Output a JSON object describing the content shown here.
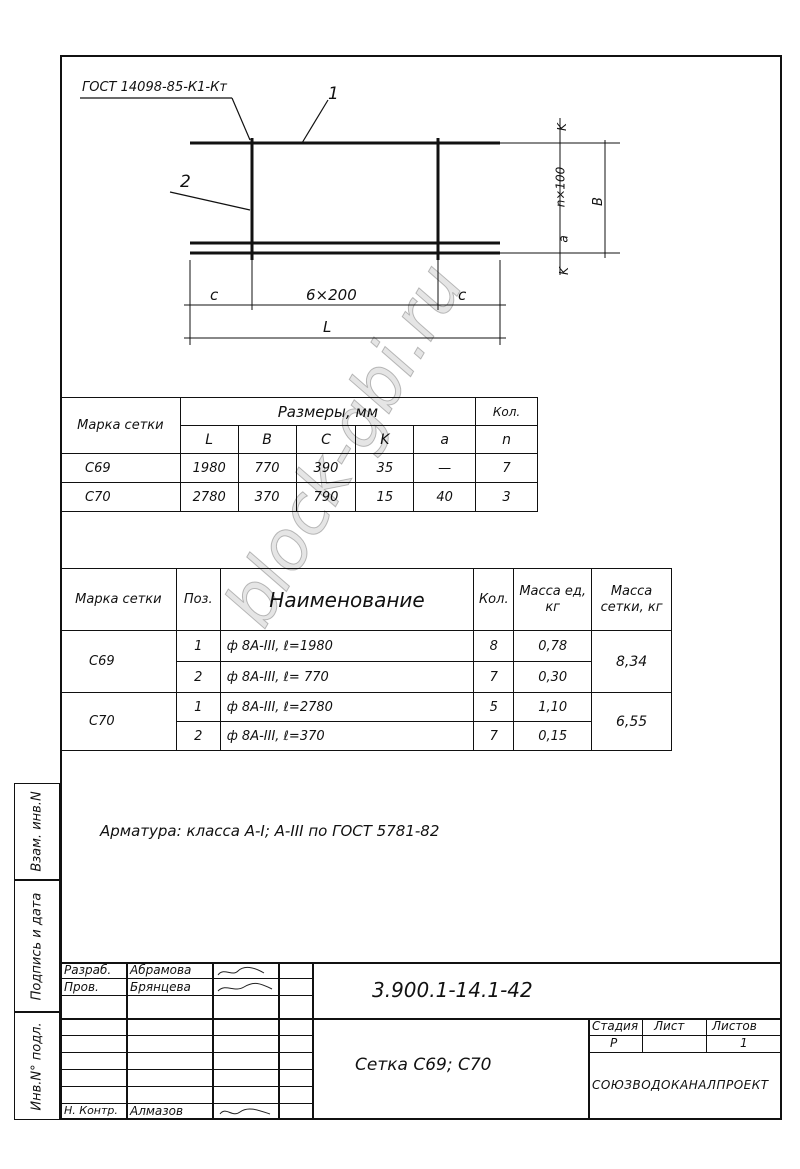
{
  "drawing": {
    "gost": "ГОСТ 14098-85-К1-Кт",
    "pos1": "1",
    "pos2": "2",
    "dim_c_left": "c",
    "dim_mid": "6×200",
    "dim_c_right": "c",
    "dim_L": "L",
    "dim_k_top": "K",
    "dim_n100": "n×100",
    "dim_a": "a",
    "dim_k_bottom": "K",
    "dim_B": "B"
  },
  "dims_table": {
    "h_mark": "Марка сетки",
    "h_sizes": "Размеры, мм",
    "h_count": "Кол.",
    "sub": [
      "L",
      "B",
      "C",
      "K",
      "a",
      "n"
    ],
    "rows": [
      {
        "mark": "С69",
        "L": "1980",
        "B": "770",
        "C": "390",
        "K": "35",
        "a": "—",
        "n": "7"
      },
      {
        "mark": "С70",
        "L": "2780",
        "B": "370",
        "C": "790",
        "K": "15",
        "a": "40",
        "n": "3"
      }
    ]
  },
  "spec_table": {
    "h_mark": "Марка сетки",
    "h_pos": "Поз.",
    "h_name": "Наименование",
    "h_qty": "Кол.",
    "h_mass_unit": "Масса ед, кг",
    "h_mass_total": "Масса сетки, кг",
    "groups": [
      {
        "mark": "С69",
        "total": "8,34",
        "items": [
          {
            "pos": "1",
            "name": "ф 8А-III, ℓ=1980",
            "qty": "8",
            "mass": "0,78"
          },
          {
            "pos": "2",
            "name": "ф 8А-III, ℓ= 770",
            "qty": "7",
            "mass": "0,30"
          }
        ]
      },
      {
        "mark": "С70",
        "total": "6,55",
        "items": [
          {
            "pos": "1",
            "name": "ф 8А-III, ℓ=2780",
            "qty": "5",
            "mass": "1,10"
          },
          {
            "pos": "2",
            "name": "ф 8А-III, ℓ=370",
            "qty": "7",
            "mass": "0,15"
          }
        ]
      }
    ]
  },
  "note": "Арматура: класса А-I; А-III по ГОСТ 5781-82",
  "side_labels": {
    "vzam": "Взам. инв.N",
    "sign_date": "Подпись и дата",
    "inv_podl": "Инв.N° подл."
  },
  "title_block": {
    "razrab_label": "Разраб.",
    "razrab_name": "Абрамова",
    "prov_label": "Пров.",
    "prov_name": "Брянцева",
    "nkontr_label": "Н. Контр.",
    "nkontr_name": "Алмазов",
    "code": "3.900.1-14.1-42",
    "title": "Сетка С69; С70",
    "stage_label": "Стадия",
    "sheet_label": "Лист",
    "sheets_label": "Листов",
    "stage_val": "Р",
    "sheets_val": "1",
    "org": "СОЮЗВОДОКАНАЛПРОЕКТ"
  },
  "watermark": "block-gbi.ru"
}
